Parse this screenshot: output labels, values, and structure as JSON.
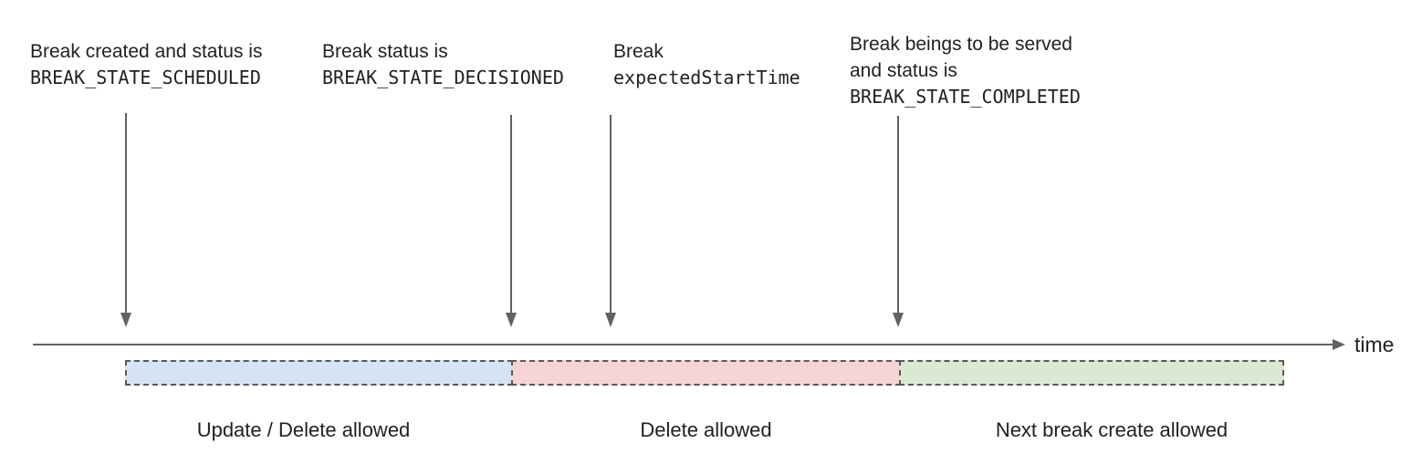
{
  "diagram": {
    "annotations": [
      {
        "line1": "Break created and status is",
        "code": "BREAK_STATE_SCHEDULED"
      },
      {
        "line1": "Break status is",
        "code": "BREAK_STATE_DECISIONED"
      },
      {
        "line1": "Break",
        "code": "expectedStartTime"
      },
      {
        "line1": "Break beings to be served",
        "line2": "and status is",
        "code": "BREAK_STATE_COMPLETED"
      }
    ],
    "timeline": {
      "axis_label": "time"
    },
    "segments": [
      {
        "label": "Update / Delete allowed",
        "color": "#d5e3f5"
      },
      {
        "label": "Delete allowed",
        "color": "#f6d4d4"
      },
      {
        "label": "Next break create allowed",
        "color": "#dbe9d2"
      }
    ],
    "colors": {
      "text": "#202124",
      "arrow": "#5f6368",
      "segment_border": "#595959"
    }
  }
}
